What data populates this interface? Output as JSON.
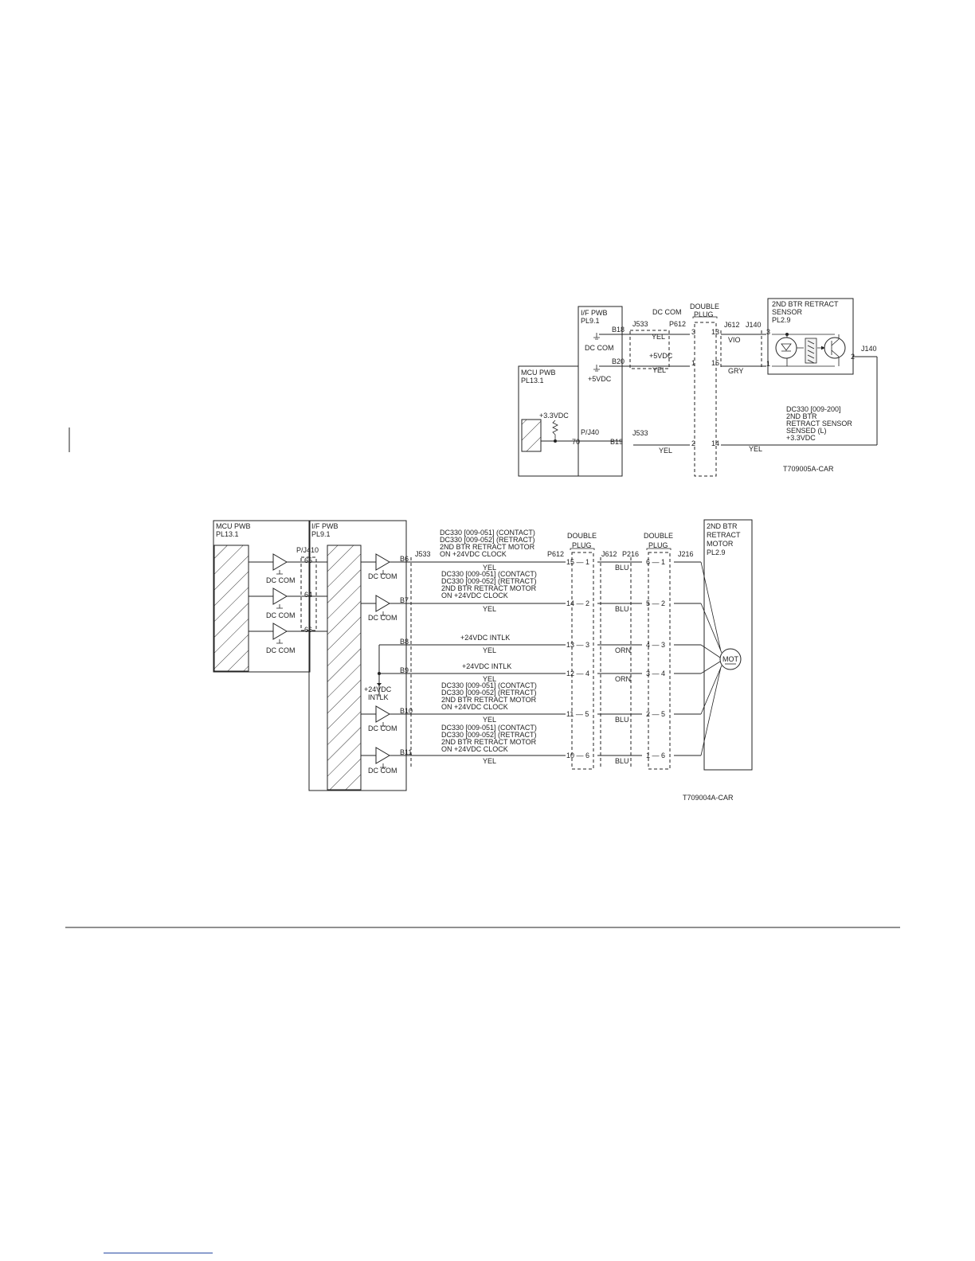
{
  "diagram1": {
    "box_if": [
      "I/F PWB",
      "PL9.1"
    ],
    "box_mcu": [
      "MCU PWB",
      "PL13.1"
    ],
    "box_sensor": [
      "2ND BTR RETRACT",
      "SENSOR",
      "PL2.9"
    ],
    "pin_b18": "B18",
    "pin_b20": "B20",
    "pin_b19": "B19",
    "dc_com_if": "DC COM",
    "vdc5_if": "+5VDC",
    "vdc33": "+3.3VDC",
    "pj40": "P/J40",
    "pin70": "70",
    "j533_top": "J533",
    "j533_bottom": "J533",
    "p612": "P612",
    "dc_com_top": "DC COM",
    "double_plug": [
      "DOUBLE",
      "PLUG"
    ],
    "j612": "J612",
    "j140_top": "J140",
    "j140_side": "J140",
    "wire_yel_1": "YEL",
    "wire_5vdc": "+5VDC",
    "wire_yel_2": "YEL",
    "wire_yel_3": "YEL",
    "wire_yel_4": "YEL",
    "wire_vio": "VIO",
    "wire_gry": "GRY",
    "pins": [
      {
        "left": "3",
        "right": "13"
      },
      {
        "left": "1",
        "right": "15"
      },
      {
        "left": "2",
        "right": "14"
      }
    ],
    "sensor_pin3": "3",
    "sensor_pin1": "1",
    "sensor_pin2": "2",
    "signal_note": [
      "DC330 [009-200]",
      "2ND BTR",
      "RETRACT SENSOR",
      "SENSED (L)",
      "+3.3VDC"
    ],
    "figure_id": "T709005A-CAR"
  },
  "diagram2": {
    "box_mcu": [
      "MCU PWB",
      "PL13.1"
    ],
    "box_if": [
      "I/F PWB",
      "PL9.1"
    ],
    "box_motor": [
      "2ND BTR",
      "RETRACT",
      "MOTOR",
      "PL2.9"
    ],
    "pj410": "P/J410",
    "mcu_pins": [
      "65",
      "64",
      "66"
    ],
    "dc_com": "DC COM",
    "j533": "J533",
    "p612": "P612",
    "j612": "J612",
    "p216": "P216",
    "j216": "J216",
    "double_plug_1": [
      "DOUBLE",
      "PLUG"
    ],
    "double_plug_2": [
      "DOUBLE",
      "PLUG"
    ],
    "intlk_label": [
      "+24VDC",
      "INTLK"
    ],
    "motor_label": "MOT",
    "signal_block": [
      "DC330 [009-051] (CONTACT)",
      "DC330 [009-052] (RETRACT)",
      "2ND BTR RETRACT MOTOR",
      "ON +24VDC CLOCK"
    ],
    "intlk_signal": "+24VDC INTLK",
    "rows": [
      {
        "pin": "B6",
        "wire": "YEL",
        "p612": "15",
        "j612": "1",
        "color2": "BLU",
        "p216": "6",
        "j216": "1"
      },
      {
        "pin": "B7",
        "wire": "YEL",
        "p612": "14",
        "j612": "2",
        "color2": "BLU",
        "p216": "5",
        "j216": "2"
      },
      {
        "pin": "B8",
        "wire": "YEL",
        "p612": "13",
        "j612": "3",
        "color2": "ORN",
        "p216": "4",
        "j216": "3"
      },
      {
        "pin": "B9",
        "wire": "YEL",
        "p612": "12",
        "j612": "4",
        "color2": "ORN",
        "p216": "3",
        "j216": "4"
      },
      {
        "pin": "B10",
        "wire": "YEL",
        "p612": "11",
        "j612": "5",
        "color2": "BLU",
        "p216": "2",
        "j216": "5"
      },
      {
        "pin": "B11",
        "wire": "YEL",
        "p612": "10",
        "j612": "6",
        "color2": "BLU",
        "p216": "1",
        "j216": "6"
      }
    ],
    "figure_id": "T709004A-CAR"
  }
}
